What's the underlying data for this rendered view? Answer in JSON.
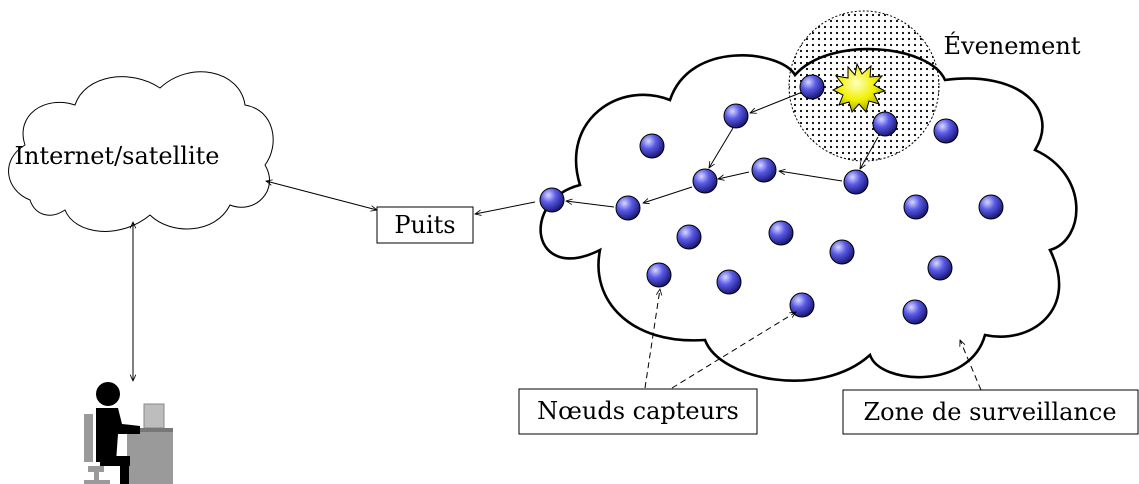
{
  "labels": {
    "internet": "Internet/satellite",
    "sink": "Puits",
    "event": "Évenement",
    "sensor_nodes": "Nœuds capteurs",
    "surveillance_zone": "Zone de surveillance"
  },
  "colors": {
    "node_fill": "#5a5ae6",
    "node_stroke": "#000000",
    "event_fill": "#f0f000",
    "line": "#000000"
  },
  "icons": {
    "user": "user-at-computer-icon",
    "event": "explosion-star-icon"
  }
}
